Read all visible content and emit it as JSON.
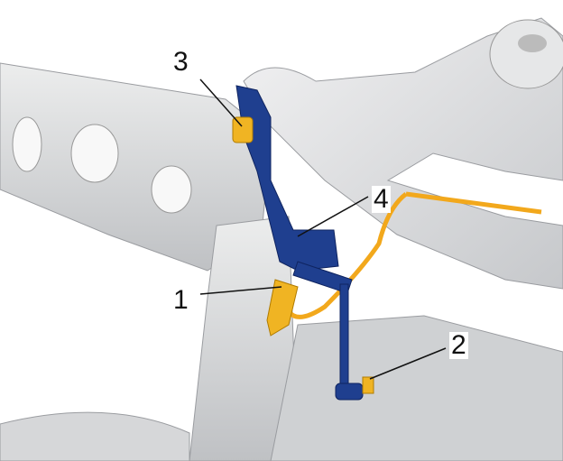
{
  "callouts": [
    {
      "id": "1",
      "label": "1"
    },
    {
      "id": "2",
      "label": "2"
    },
    {
      "id": "3",
      "label": "3"
    },
    {
      "id": "4",
      "label": "4"
    }
  ],
  "colors": {
    "frame": "#d9dadc",
    "frame_shadow": "#b4b6b9",
    "sensor_bracket": "#1f3f8f",
    "sensor_bracket_dark": "#0f2460",
    "fastener": "#f0b423",
    "cable": "#f2a81c",
    "leader": "#111111"
  }
}
